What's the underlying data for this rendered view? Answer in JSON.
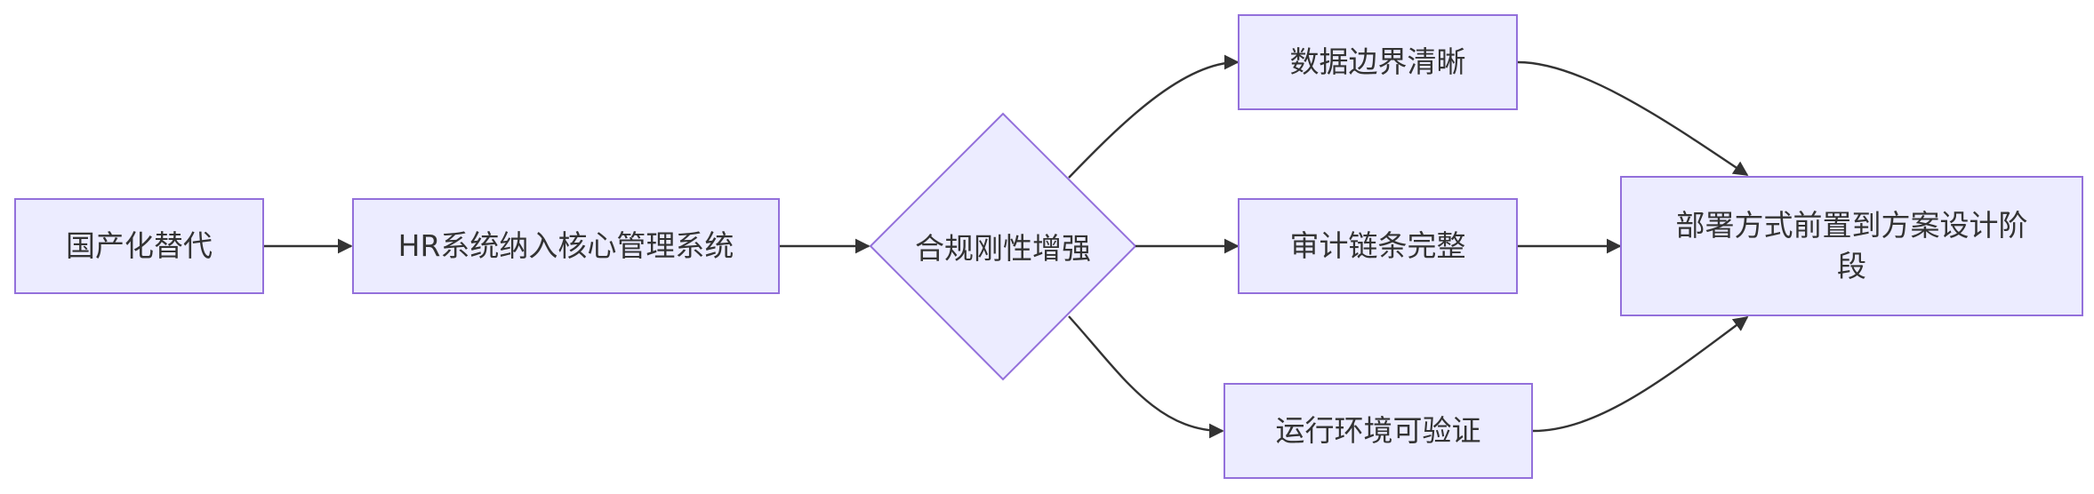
{
  "colors": {
    "node_fill": "#ECECFF",
    "node_border": "#9370DB",
    "edge": "#333333",
    "text": "#333333"
  },
  "nodes": {
    "domestic_replacement": "国产化替代",
    "hr_core_system": "HR系统纳入核心管理系统",
    "compliance_rigidity": "合规刚性增强",
    "data_boundary": "数据边界清晰",
    "audit_chain": "审计链条完整",
    "runtime_verifiable": "运行环境可验证",
    "deployment_front": "部署方式前置到方案设计阶段"
  }
}
